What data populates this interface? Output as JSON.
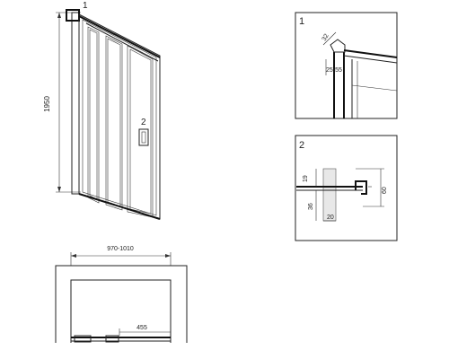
{
  "front_view": {
    "height_dim": "1950",
    "callout_1": "1",
    "callout_2": "2"
  },
  "detail_1": {
    "label": "1",
    "dim_a": "32",
    "dim_b": "25-55"
  },
  "detail_2": {
    "label": "2",
    "dim_19": "19",
    "dim_36": "36",
    "dim_20": "20",
    "dim_60": "60"
  },
  "plan_view": {
    "width_dim": "970-1010",
    "offset_dim": "455"
  }
}
